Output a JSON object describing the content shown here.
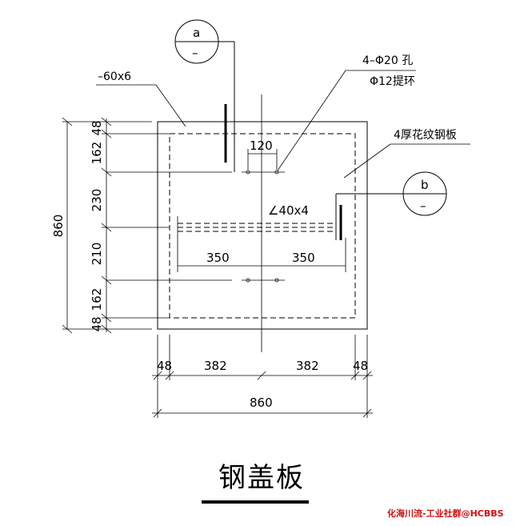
{
  "labels": {
    "section_a_top": "a",
    "section_a_bottom": "–",
    "section_b_top": "b",
    "section_b_bottom": "–",
    "flat_bar": "–60x6",
    "holes": "4–Φ20 孔",
    "lifting_ring": "Φ12提环",
    "checker_plate": "4厚花纹钢板",
    "angle": "∠40x4"
  },
  "dimensions": {
    "top_spacing": "120",
    "left_half": "350",
    "right_half": "350",
    "bottom_edge_left": "48",
    "bottom_seg_left": "382",
    "bottom_seg_right": "382",
    "bottom_edge_right": "48",
    "bottom_total": "860",
    "left_total": "860",
    "left_48_top": "48",
    "left_162_top": "162",
    "left_230": "230",
    "left_210": "210",
    "left_162_bottom": "162",
    "left_48_bottom": "48"
  },
  "title": "钢盖板",
  "watermark": "化海川流-工业社群@HCBBS"
}
